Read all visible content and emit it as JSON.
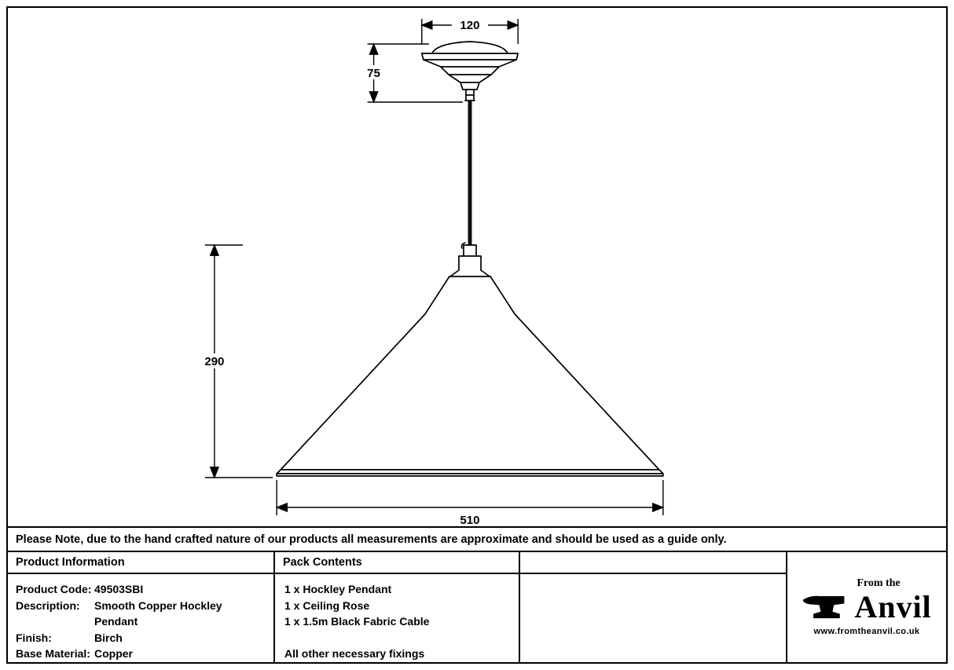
{
  "drawing": {
    "dims": {
      "rose_width": "120",
      "rose_height": "75",
      "shade_height": "290",
      "shade_width": "510"
    }
  },
  "note": {
    "text": "Please Note, due to the hand crafted nature of our products all measurements are approximate and should be used as a guide only."
  },
  "product_info": {
    "header": "Product Information",
    "rows": [
      {
        "label": "Product Code:",
        "value": "49503SBI"
      },
      {
        "label": "Description:",
        "value": "Smooth Copper Hockley Pendant"
      },
      {
        "label": "Finish:",
        "value": "Birch"
      },
      {
        "label": "Base Material:",
        "value": "Copper"
      }
    ]
  },
  "pack_contents": {
    "header": "Pack Contents",
    "items": [
      "1 x Hockley Pendant",
      "1 x Ceiling Rose",
      "1 x 1.5m Black Fabric Cable"
    ],
    "footer": "All other necessary fixings"
  },
  "logo": {
    "tagline": "From the",
    "brand": "Anvil",
    "website": "www.fromtheanvil.co.uk"
  },
  "colors": {
    "ink": "#000000",
    "paper": "#ffffff"
  }
}
